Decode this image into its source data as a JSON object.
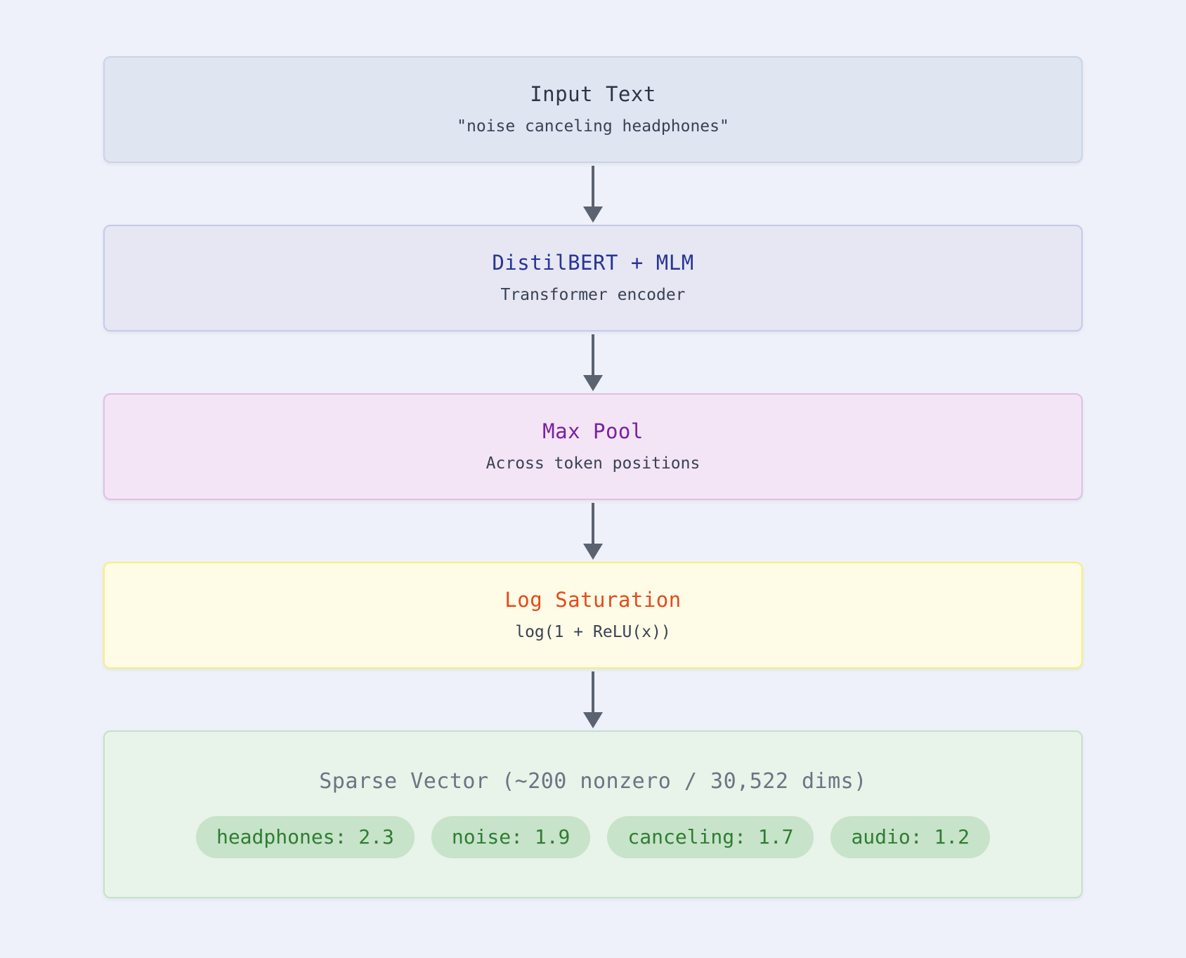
{
  "flow": {
    "page_bg": "#eef1f9",
    "arrow_color": "#5b6270",
    "boxes": [
      {
        "title": "Input Text",
        "subtitle": "\"noise canceling headphones\"",
        "title_color": "#2f3545",
        "bg": "#dfe5f1",
        "border": "#cbd3e6"
      },
      {
        "title": "DistilBERT + MLM",
        "subtitle": "Transformer encoder",
        "title_color": "#283593",
        "bg": "#e6e7f3",
        "border": "#c5cae9"
      },
      {
        "title": "Max Pool",
        "subtitle": "Across token positions",
        "title_color": "#7b1fa2",
        "bg": "#f3e5f5",
        "border": "#e1bee7"
      },
      {
        "title": "Log Saturation",
        "subtitle": "log(1 + ReLU(x))",
        "title_color": "#e64a19",
        "bg": "#fefce7",
        "border": "#fbf076"
      }
    ],
    "output_box": {
      "title": "Sparse Vector (~200 nonzero / 30,522 dims)",
      "title_color": "#6b7484",
      "bg": "#e8f3e9",
      "border": "#c5e1c8",
      "chip_bg": "#c7e3c9",
      "chip_text_color": "#2e7d32",
      "tokens": [
        "headphones: 2.3",
        "noise: 1.9",
        "canceling: 1.7",
        "audio: 1.2"
      ]
    }
  }
}
